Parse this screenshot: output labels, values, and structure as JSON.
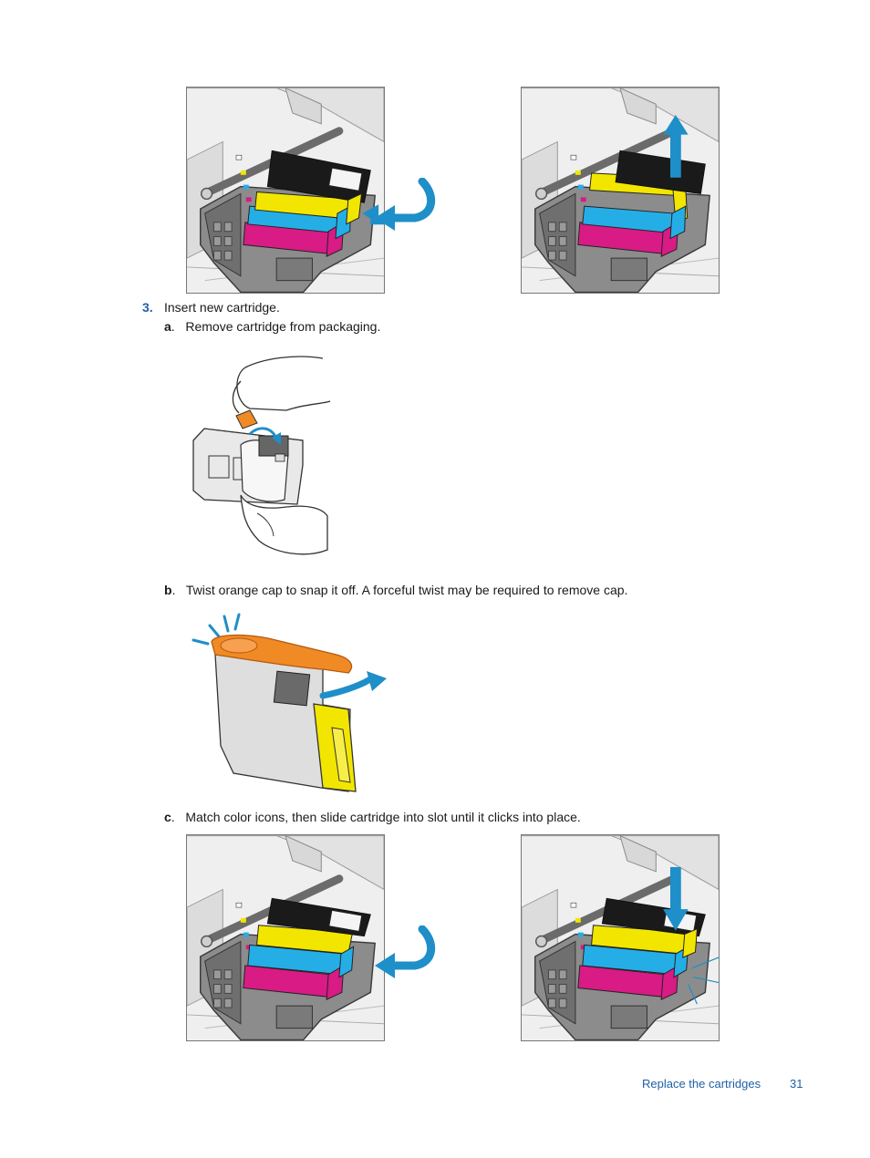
{
  "step3": {
    "number": "3.",
    "text": "Insert new cartridge."
  },
  "substeps": [
    {
      "letter": "a",
      "text": "Remove cartridge from packaging."
    },
    {
      "letter": "b",
      "text": "Twist orange cap to snap it off. A forceful twist may be required to remove cap."
    },
    {
      "letter": "c",
      "text": "Match color icons, then slide cartridge into slot until it clicks into place."
    }
  ],
  "footer": {
    "section": "Replace the cartridges",
    "page_number": "31"
  },
  "colors": {
    "accent": "#1f5fa6",
    "arrow": "#1e8fc8",
    "black_cartridge": "#1a1a1a",
    "yellow_cartridge": "#f2e600",
    "cyan_cartridge": "#25aee6",
    "magenta_cartridge": "#d81b85",
    "orange_cap": "#f08a24"
  }
}
